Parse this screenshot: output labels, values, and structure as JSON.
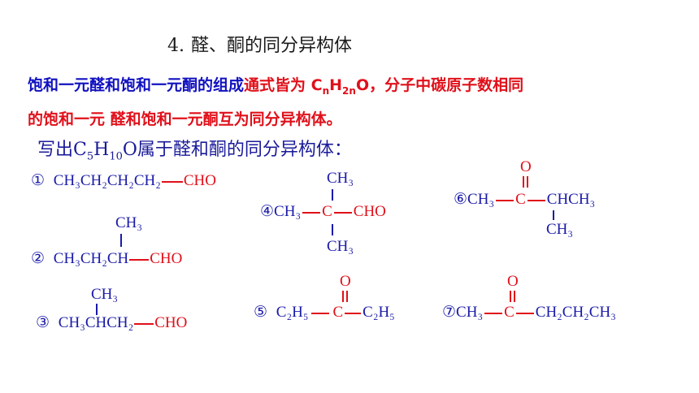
{
  "title": {
    "number": "4.",
    "text": "醛、酮的同分异构体"
  },
  "paragraph": {
    "line1_blue": "饱和一元醛和饱和一元酮的组成",
    "line1_red_a": "通式皆为 C",
    "line1_sub_n": "n",
    "line1_H": "H",
    "line1_sub_2n": "2n",
    "line1_O": "O，分子中碳原子数相同",
    "line2_red": "的饱和一元 醛和饱和一元酮互为同分异构体。"
  },
  "prompt": {
    "a": "写出C",
    "s1": "5",
    "b": "H",
    "s2": "10",
    "c": "O属于醛和酮的同分异构体："
  },
  "structures": {
    "s1": {
      "label": "①",
      "chain": "CH₃CH₂CH₂CH₂",
      "group": "CHO"
    },
    "s2": {
      "label": "②",
      "top": "CH₃",
      "chain": "CH₃CH₂CH",
      "group": "CHO"
    },
    "s3": {
      "label": "③",
      "top": "CH₃",
      "chain": "CH₃CHCH₂",
      "group": "CHO"
    },
    "s4": {
      "label": "④",
      "top": "CH₃",
      "left": "CH₃",
      "center": "C",
      "group": "CHO",
      "bottom": "CH₃"
    },
    "s5": {
      "label": "⑤",
      "left": "C₂H₅",
      "center": "C",
      "right": "C₂H₅",
      "oxygen": "O"
    },
    "s6": {
      "label": "⑥",
      "left": "CH₃",
      "center": "C",
      "right": "CHCH₃",
      "oxygen": "O",
      "bottom": "CH₃"
    },
    "s7": {
      "label": "⑦",
      "left": "CH₃",
      "center": "C",
      "right": "CH₂CH₂CH₃",
      "oxygen": "O"
    }
  },
  "colors": {
    "blue": "#1010c0",
    "red": "#e0101a",
    "chem_blue": "#1a1aa8"
  }
}
